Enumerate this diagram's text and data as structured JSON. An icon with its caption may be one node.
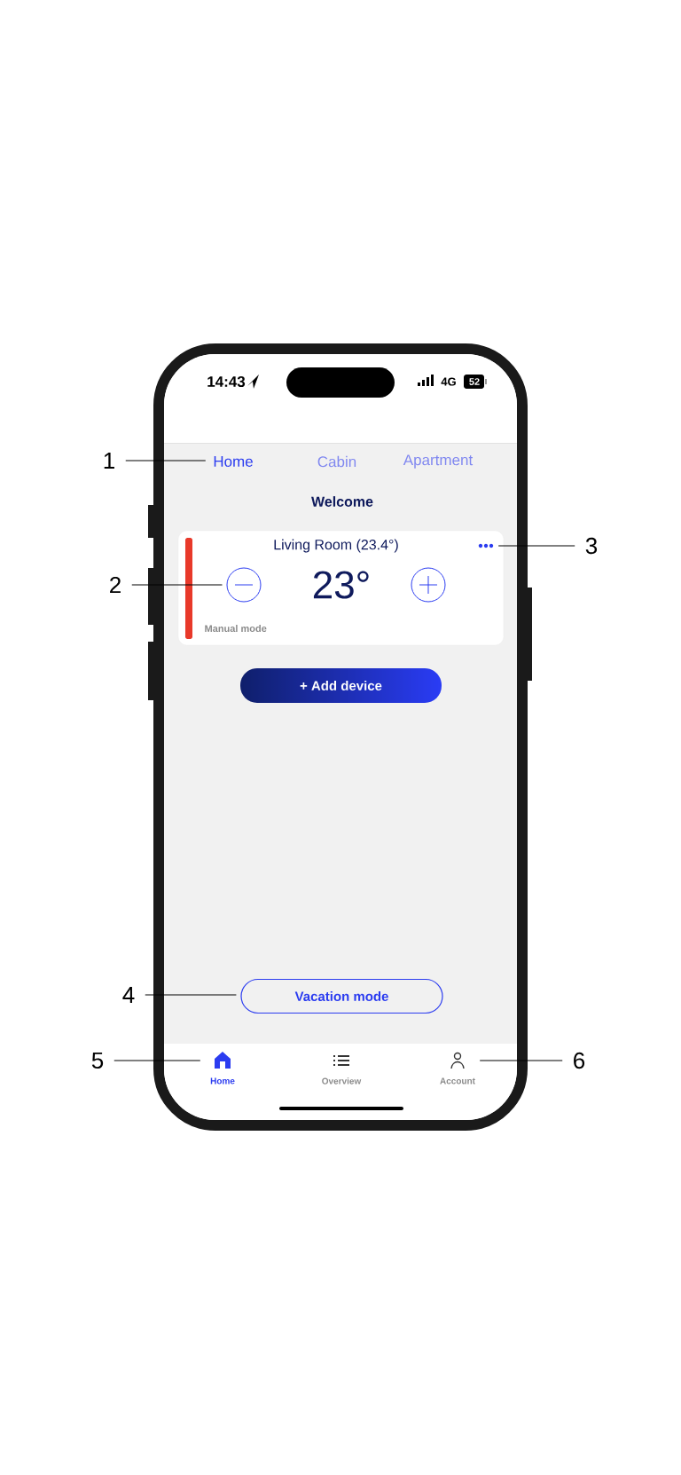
{
  "diagram": {
    "nodes": [
      {
        "text": [
          "1"
        ]
      },
      {
        "text": [
          "Home"
        ]
      },
      {
        "text": [
          "Cabin"
        ]
      },
      {
        "text": [
          "Apartment"
        ]
      },
      {
        "text": [
          "Living Room (23.4°)",
          "23°",
          "Manual mode"
        ]
      },
      {
        "text": [
          "2"
        ]
      },
      {
        "text": [],
        "shape": "circle",
        "in": 4
      },
      {
        "text": [],
        "shape": "circle",
        "in": 4
      },
      {
        "text": [],
        "shape": "picture",
        "in": 4
      },
      {
        "text": [
          "3"
        ]
      },
      {
        "text": [
          "+ Add device"
        ]
      },
      {
        "text": [
          "4"
        ]
      },
      {
        "text": [
          "Vacation mode"
        ]
      },
      {
        "text": [
          "5"
        ]
      },
      {
        "text": [
          "Home"
        ]
      },
      {
        "text": [
          "Overview"
        ]
      },
      {
        "text": [
          "Account"
        ]
      },
      {
        "text": [
          "6"
        ]
      }
    ],
    "edges": [
      {
        "from": 0,
        "to": 1,
        "arrow": "none"
      },
      {
        "from": 5,
        "to": 6,
        "arrow": "none"
      },
      {
        "from": 9,
        "to": 8,
        "arrow": "none"
      },
      {
        "from": 11,
        "to": 12,
        "arrow": "none"
      },
      {
        "from": 13,
        "to": 14,
        "arrow": "none"
      },
      {
        "from": 17,
        "to": 16,
        "arrow": "none"
      }
    ],
    "labels": [
      "14:43",
      "4G",
      "52",
      "Welcome"
    ]
  }
}
